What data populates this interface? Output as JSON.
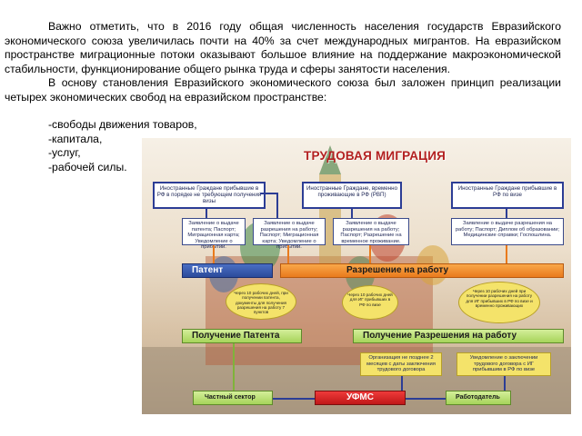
{
  "paragraph1": "Важно отметить, что в 2016 году общая численность населения государств Евразийского экономического союза увеличилась почти на 40% за счет международных мигрантов. На евразийском пространстве миграционные потоки оказывают большое влияние на поддержание макроэкономической стабильности, функционирование общего рынка труда и сферы занятости населения.",
  "paragraph2": "В основу становления Евразийского экономического союза был заложен принцип реализации четырех экономических свобод на евразийском пространстве:",
  "freedoms": [
    "-свободы движения товаров,",
    "-капитала,",
    "-услуг,",
    "-рабочей силы."
  ],
  "figure": {
    "title": "ТРУДОВАЯ МИГРАЦИЯ",
    "category_left": "Иностранные Граждане прибывшие в РФ в порядке не требующем получения визы",
    "category_middle": "Иностранные Граждане, временно проживающие в РФ (РВП)",
    "category_right": "Иностранные Граждане прибывшие в РФ по визе",
    "docs_left_a": "Заявление о выдаче патента; Паспорт; Миграционная карта; Уведомление о прибытии.",
    "docs_left_b": "Заявление о выдаче разрешения на работу; Паспорт; Миграционная карта; Уведомление о прибытии.",
    "docs_middle": "Заявление о выдаче разрешения на работу; Паспорт; Разрешение на временное проживание.",
    "docs_right_a": "Заявление о выдаче разрешения на работу; Паспорт; Диплом об образовании; Медицинские справки; Госпошлина.",
    "docs_right_b": "",
    "bar_patent": "Патент",
    "bar_permit": "Разрешение на работу",
    "bubble_left": "Через 10 рабочих дней, при получении патента, документы для получения разрешения на работу 7 пунктов",
    "bubble_middle": "Через 10 рабочих дней для ИГ прибывших в РФ по визе",
    "bubble_right": "Через 10 рабочих дней при получении разрешения на работу для ИГ прибывших в РФ по визе и временно проживающих",
    "bar_get_patent": "Получение Патента",
    "bar_get_permit": "Получение Разрешения на работу",
    "notice_left": "Организация не позднее 2 месяцев с даты заключения трудового договора",
    "notice_right": "Уведомление о заключении трудового договора с ИГ прибывшим в РФ по визе",
    "bar_private": "Частный сектор",
    "bar_ufms": "УФМС",
    "bar_employer": "Работодатель"
  },
  "colors": {
    "title_red": "#b32020",
    "header_blue": "#2c3d95",
    "bar_blue": "#2b4a9a",
    "bar_orange": "#e97a1c",
    "bar_green": "#a6d45a",
    "bar_red": "#c01818",
    "bubble_yellow": "#f4e36a"
  }
}
